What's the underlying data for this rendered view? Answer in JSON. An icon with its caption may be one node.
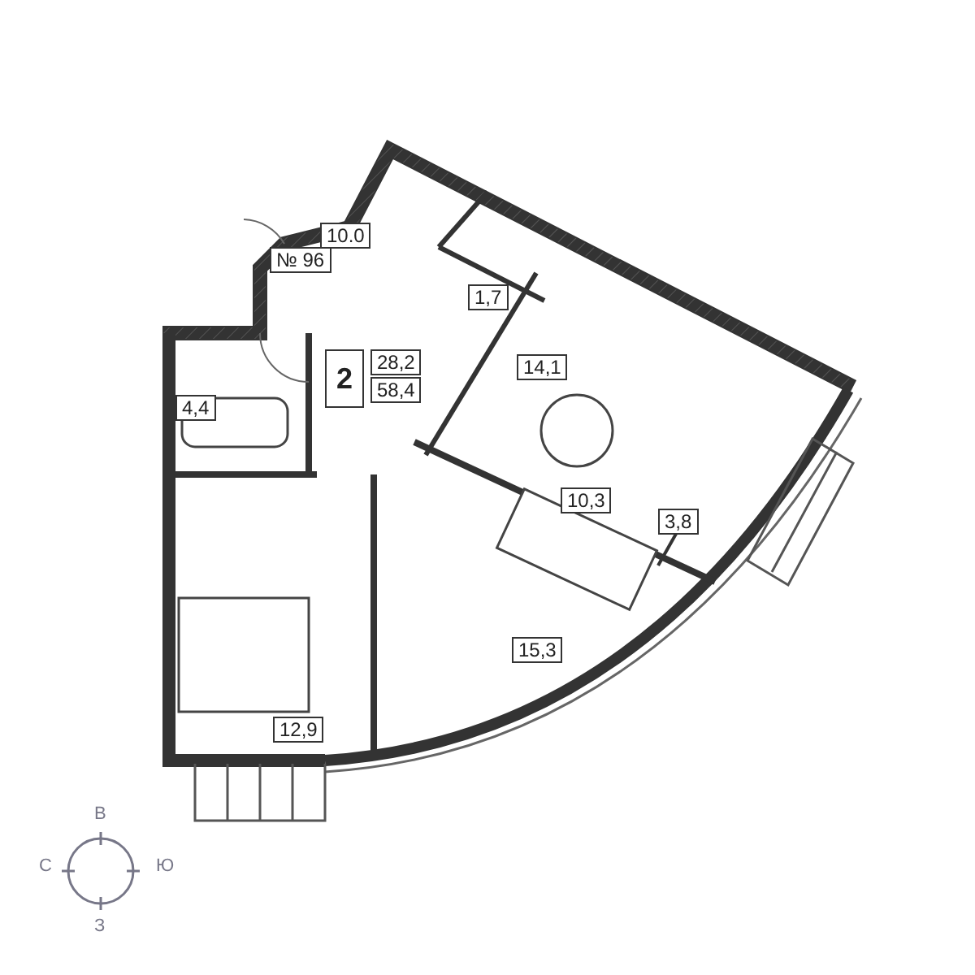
{
  "diagram": {
    "labels": [
      "№ 96",
      "10.0",
      "1,7",
      "2",
      "28,2",
      "58,4",
      "4,4",
      "14,1",
      "10,3",
      "3,8",
      "15,3",
      "12,9",
      "В",
      "С",
      "Ю",
      "З"
    ]
  }
}
